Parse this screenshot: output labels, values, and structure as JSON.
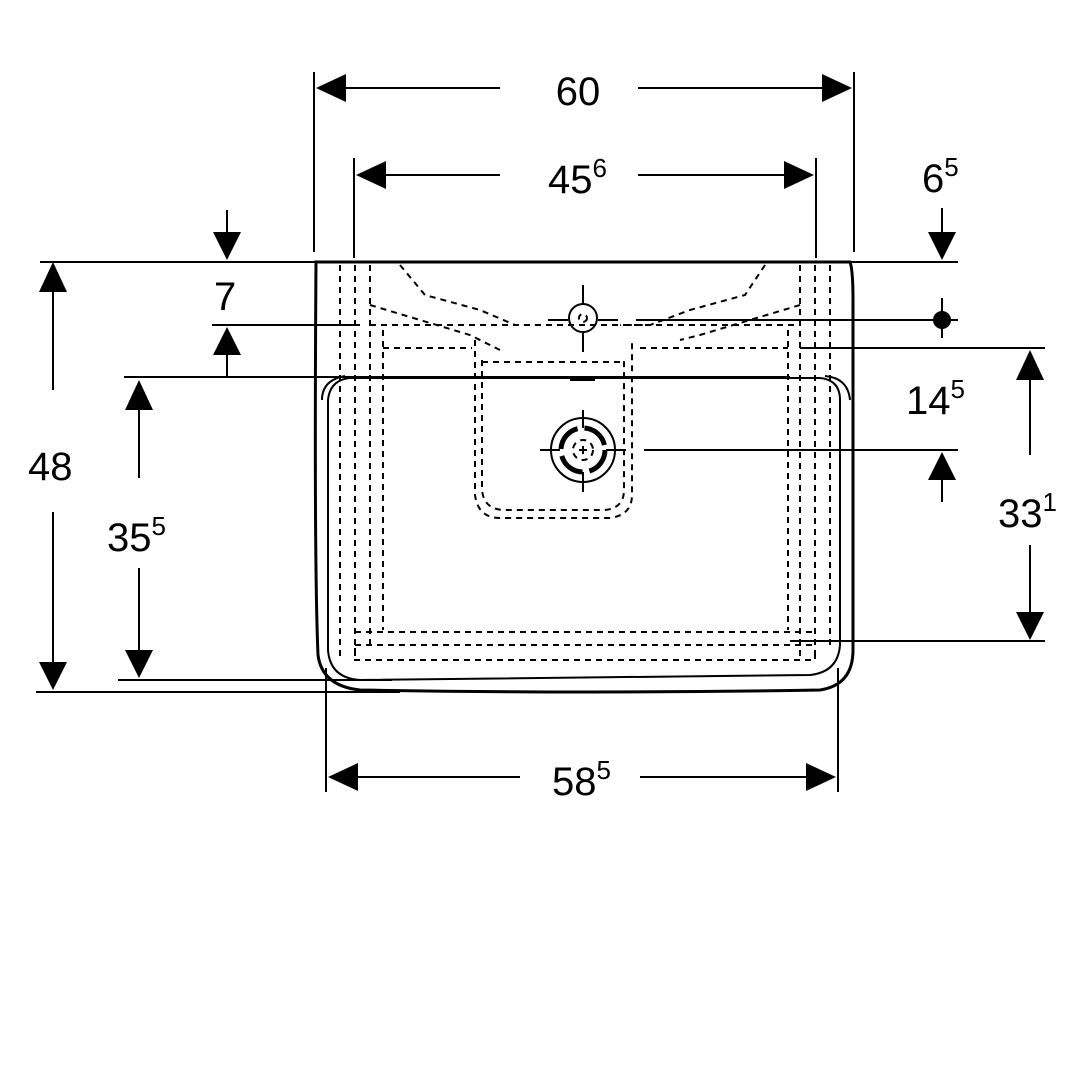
{
  "dimensions": {
    "total_width": {
      "main": "60",
      "sup": ""
    },
    "inner_width": {
      "main": "45",
      "sup": "6"
    },
    "rim_offset": {
      "main": "6",
      "sup": "5"
    },
    "tap_offset": {
      "main": "7",
      "sup": ""
    },
    "total_depth": {
      "main": "48",
      "sup": ""
    },
    "bowl_depth": {
      "main": "35",
      "sup": "5"
    },
    "drain_offset": {
      "main": "14",
      "sup": "5"
    },
    "back_to_drain": {
      "main": "33",
      "sup": "1"
    },
    "bottom_width": {
      "main": "58",
      "sup": "5"
    }
  }
}
